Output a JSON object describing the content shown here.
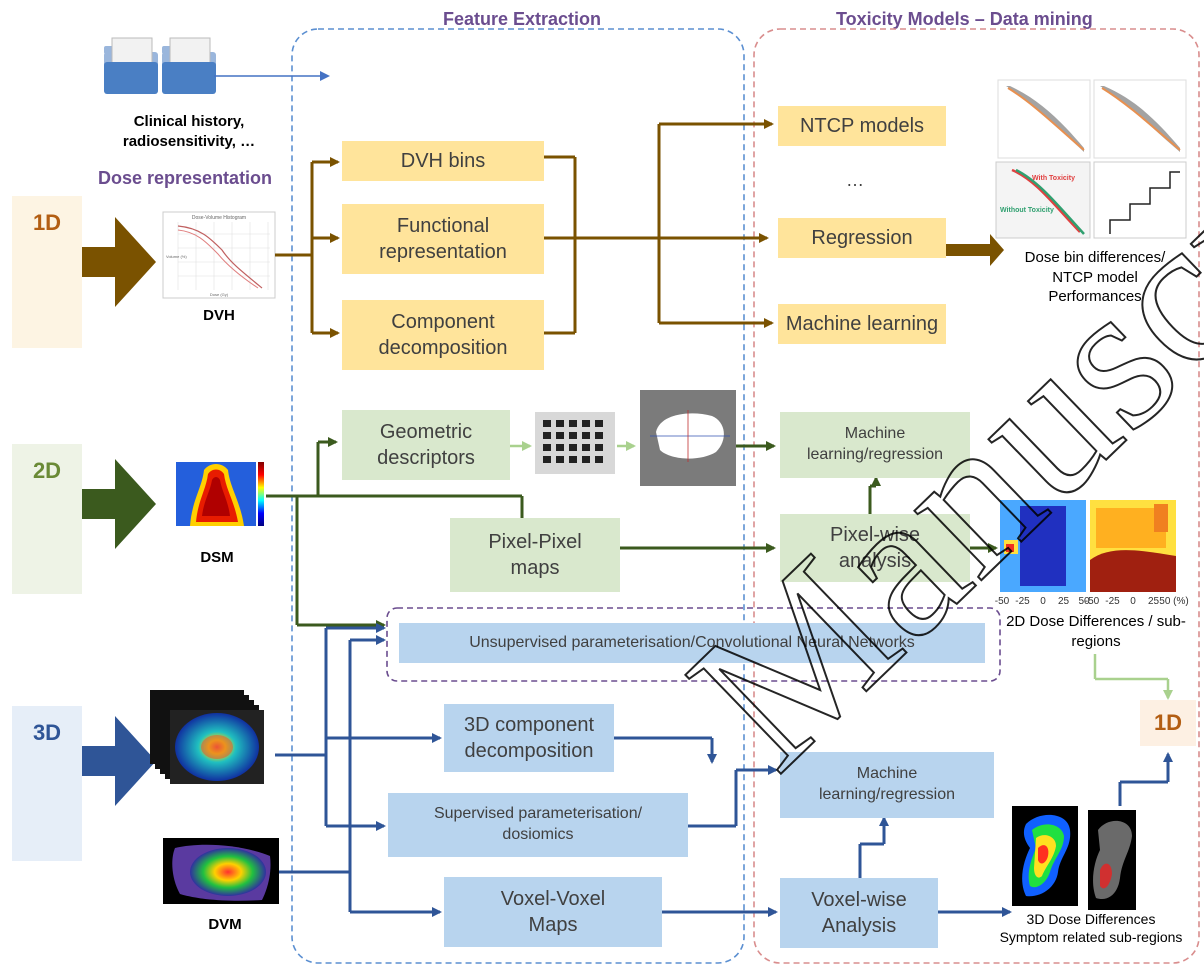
{
  "headers": {
    "feature_extraction": "Feature Extraction",
    "toxicity_models": "Toxicity Models – Data mining"
  },
  "clinical": {
    "caption_line1": "Clinical  history,",
    "caption_line2": "radiosensitivity, …"
  },
  "dose_representation": "Dose representation",
  "dims": {
    "d1": "1D",
    "d2": "2D",
    "d3": "3D",
    "d1_output": "1D"
  },
  "inputs": {
    "dvh": "DVH",
    "dsm": "DSM",
    "dvm": "DVM"
  },
  "dvh_chart": {
    "title": "Dose-Volume Histogram",
    "ylabel": "Volume (%)",
    "xlabel": "Dose (Gy)"
  },
  "feature_boxes": {
    "dvh_bins": "DVH bins",
    "functional": "Functional representation",
    "component": "Component decomposition",
    "geometric": "Geometric descriptors",
    "pixel_pixel": "Pixel-Pixel maps",
    "unsupervised": "Unsupervised parameterisation/Convolutional Neural Networks",
    "component_3d": "3D component decomposition",
    "supervised": "Supervised parameterisation/ dosiomics",
    "voxel_voxel": "Voxel-Voxel Maps"
  },
  "model_boxes": {
    "ntcp": "NTCP models",
    "ellipsis": "…",
    "regression": "Regression",
    "machine_learning": "Machine learning",
    "ml_regression_2d": "Machine learning/regression",
    "pixel_wise": "Pixel-wise analysis",
    "ml_regression_3d": "Machine learning/regression",
    "voxel_wise": "Voxel-wise Analysis"
  },
  "outputs": {
    "dose_bin": "Dose bin differences/ NTCP model Performances",
    "dose_2d": "2D Dose Differences / sub-regions",
    "dose_3d_line1": "3D Dose Differences",
    "dose_3d_line2": "Symptom related sub-regions"
  },
  "ntcp_thumb_labels": {
    "with": "With Toxicity",
    "without": "Without Toxicity"
  },
  "map_axis": {
    "ticks_left": [
      "-50",
      "-25",
      "0",
      "25",
      "50"
    ],
    "ticks_right": [
      "-50",
      "-25",
      "0",
      "25",
      "50 (%)"
    ]
  },
  "watermark": "Manuscript",
  "colors": {
    "brown_arrow": "#7a5200",
    "green_arrow": "#3b5a1e",
    "blue_arrow": "#2f5597",
    "dashed_blue": "#5b8fd1",
    "dashed_red": "#d98d8d",
    "dashed_purple": "#6b4d8f",
    "title_purple": "#6b4d8f"
  }
}
